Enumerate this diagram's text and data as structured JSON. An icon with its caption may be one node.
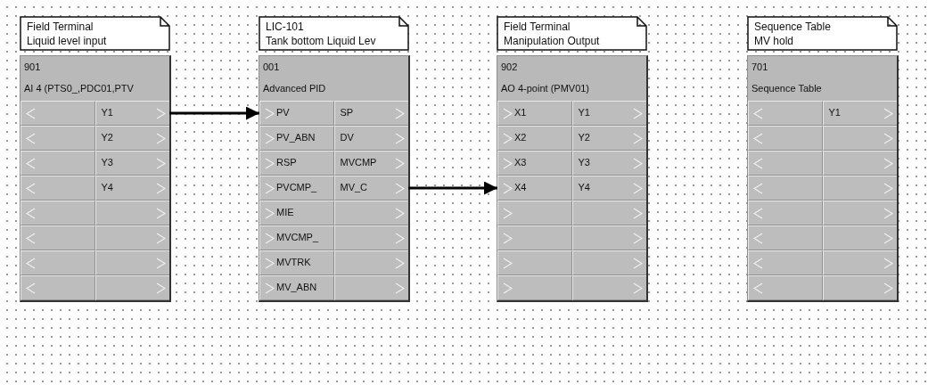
{
  "diagram": {
    "nodes": [
      {
        "text": [
          "Field Terminal",
          "Liquid level input"
        ]
      },
      {
        "text": [
          "901",
          "AI 4 (PTS0_,PDC01,PTV"
        ]
      },
      {
        "text": [],
        "shape": "box",
        "in": 1
      },
      {
        "text": [
          "Y1"
        ],
        "in": 1
      },
      {
        "text": [],
        "shape": "box",
        "in": 1
      },
      {
        "text": [
          "Y2"
        ],
        "in": 1
      },
      {
        "text": [],
        "shape": "box",
        "in": 1
      },
      {
        "text": [
          "Y3"
        ],
        "in": 1
      },
      {
        "text": [],
        "shape": "box",
        "in": 1
      },
      {
        "text": [
          "Y4"
        ],
        "in": 1
      },
      {
        "text": [],
        "shape": "box",
        "in": 1
      },
      {
        "text": [],
        "shape": "box",
        "in": 1
      },
      {
        "text": [],
        "shape": "box",
        "in": 1
      },
      {
        "text": [],
        "shape": "box",
        "in": 1
      },
      {
        "text": [],
        "shape": "box",
        "in": 1
      },
      {
        "text": [],
        "shape": "box",
        "in": 1
      },
      {
        "text": [],
        "shape": "box",
        "in": 1
      },
      {
        "text": [],
        "shape": "box",
        "in": 1
      },
      {
        "text": [
          "LIC-101",
          "Tank bottom Liquid Lev"
        ]
      },
      {
        "text": [
          "001",
          "Advanced PID"
        ]
      },
      {
        "text": [
          "PV"
        ],
        "in": 19
      },
      {
        "text": [
          "SP"
        ],
        "in": 19
      },
      {
        "text": [
          "PV_ABN"
        ],
        "in": 19
      },
      {
        "text": [
          "DV"
        ],
        "in": 19
      },
      {
        "text": [
          "RSP"
        ],
        "in": 19
      },
      {
        "text": [
          "MVCMP"
        ],
        "in": 19
      },
      {
        "text": [
          "PVCMP_"
        ],
        "in": 19
      },
      {
        "text": [
          "MV_C"
        ],
        "in": 19
      },
      {
        "text": [
          "MIE"
        ],
        "in": 19
      },
      {
        "text": [],
        "shape": "box",
        "in": 19
      },
      {
        "text": [
          "MVCMP_"
        ],
        "in": 19
      },
      {
        "text": [],
        "shape": "box",
        "in": 19
      },
      {
        "text": [
          "MVTRK"
        ],
        "in": 19
      },
      {
        "text": [],
        "shape": "box",
        "in": 19
      },
      {
        "text": [
          "MV_ABN"
        ],
        "in": 19
      },
      {
        "text": [],
        "shape": "box",
        "in": 19
      },
      {
        "text": [
          "Field Terminal",
          "Manipulation Output"
        ]
      },
      {
        "text": [
          "902",
          "AO 4-point (PMV01)"
        ]
      },
      {
        "text": [
          "X1"
        ],
        "in": 37
      },
      {
        "text": [
          "Y1"
        ],
        "in": 37
      },
      {
        "text": [
          "X2"
        ],
        "in": 37
      },
      {
        "text": [
          "Y2"
        ],
        "in": 37
      },
      {
        "text": [
          "X3"
        ],
        "in": 37
      },
      {
        "text": [
          "Y3"
        ],
        "in": 37
      },
      {
        "text": [
          "X4"
        ],
        "in": 37
      },
      {
        "text": [
          "Y4"
        ],
        "in": 37
      },
      {
        "text": [],
        "shape": "box",
        "in": 37
      },
      {
        "text": [],
        "shape": "box",
        "in": 37
      },
      {
        "text": [],
        "shape": "box",
        "in": 37
      },
      {
        "text": [],
        "shape": "box",
        "in": 37
      },
      {
        "text": [],
        "shape": "box",
        "in": 37
      },
      {
        "text": [],
        "shape": "box",
        "in": 37
      },
      {
        "text": [],
        "shape": "box",
        "in": 37
      },
      {
        "text": [],
        "shape": "box",
        "in": 37
      },
      {
        "text": [
          "Sequence Table",
          "MV hold"
        ]
      },
      {
        "text": [
          "701",
          "Sequence Table"
        ]
      },
      {
        "text": [],
        "shape": "box",
        "in": 55
      },
      {
        "text": [
          "Y1"
        ],
        "in": 55
      },
      {
        "text": [],
        "shape": "box",
        "in": 55
      },
      {
        "text": [],
        "shape": "box",
        "in": 55
      },
      {
        "text": [],
        "shape": "box",
        "in": 55
      },
      {
        "text": [],
        "shape": "box",
        "in": 55
      },
      {
        "text": [],
        "shape": "box",
        "in": 55
      },
      {
        "text": [],
        "shape": "box",
        "in": 55
      },
      {
        "text": [],
        "shape": "box",
        "in": 55
      },
      {
        "text": [],
        "shape": "box",
        "in": 55
      },
      {
        "text": [],
        "shape": "box",
        "in": 55
      },
      {
        "text": [],
        "shape": "box",
        "in": 55
      },
      {
        "text": [],
        "shape": "box",
        "in": 55
      },
      {
        "text": [],
        "shape": "box",
        "in": 55
      },
      {
        "text": [],
        "shape": "box",
        "in": 55
      },
      {
        "text": [],
        "shape": "box",
        "in": 55
      }
    ],
    "edges": [
      {
        "from": 3,
        "to": 20,
        "arrow": "to"
      },
      {
        "from": 27,
        "to": 44,
        "arrow": "to"
      }
    ]
  }
}
